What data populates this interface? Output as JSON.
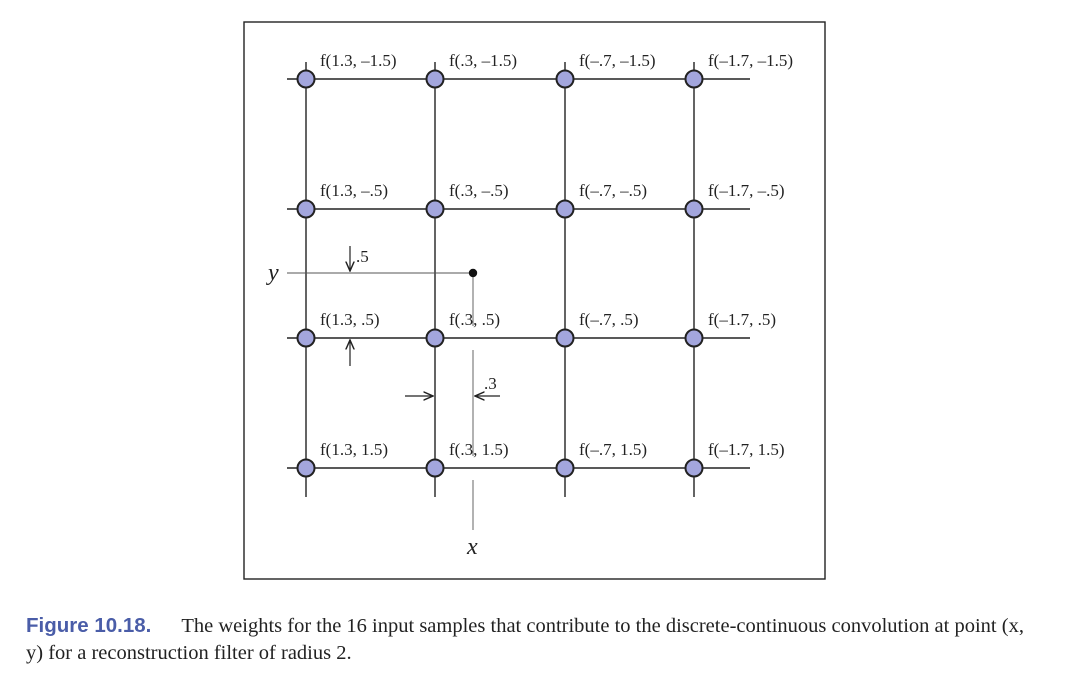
{
  "grid": {
    "row_labels": [
      [
        "f(1.3, –1.5)",
        "f(.3, –1.5)",
        "f(–.7, –1.5)",
        "f(–1.7, –1.5)"
      ],
      [
        "f(1.3, –.5)",
        "f(.3, –.5)",
        "f(–.7, –.5)",
        "f(–1.7, –.5)"
      ],
      [
        "f(1.3, .5)",
        "f(.3, .5)",
        "f(–.7, .5)",
        "f(–1.7, .5)"
      ],
      [
        "f(1.3, 1.5)",
        "f(.3, 1.5)",
        "f(–.7, 1.5)",
        "f(–1.7, 1.5)"
      ]
    ]
  },
  "axes": {
    "x_label": "x",
    "y_label": "y"
  },
  "offsets": {
    "vertical": ".5",
    "horizontal": ".3"
  },
  "caption": {
    "label": "Figure 10.18.",
    "text": "The weights for the 16 input samples that contribute to the discrete-continuous convolution at point (x, y) for a reconstruction filter of radius 2."
  },
  "colors": {
    "node_fill": "#a3a6dd",
    "node_stroke": "#222222",
    "caption_label": "#4a5da8"
  }
}
